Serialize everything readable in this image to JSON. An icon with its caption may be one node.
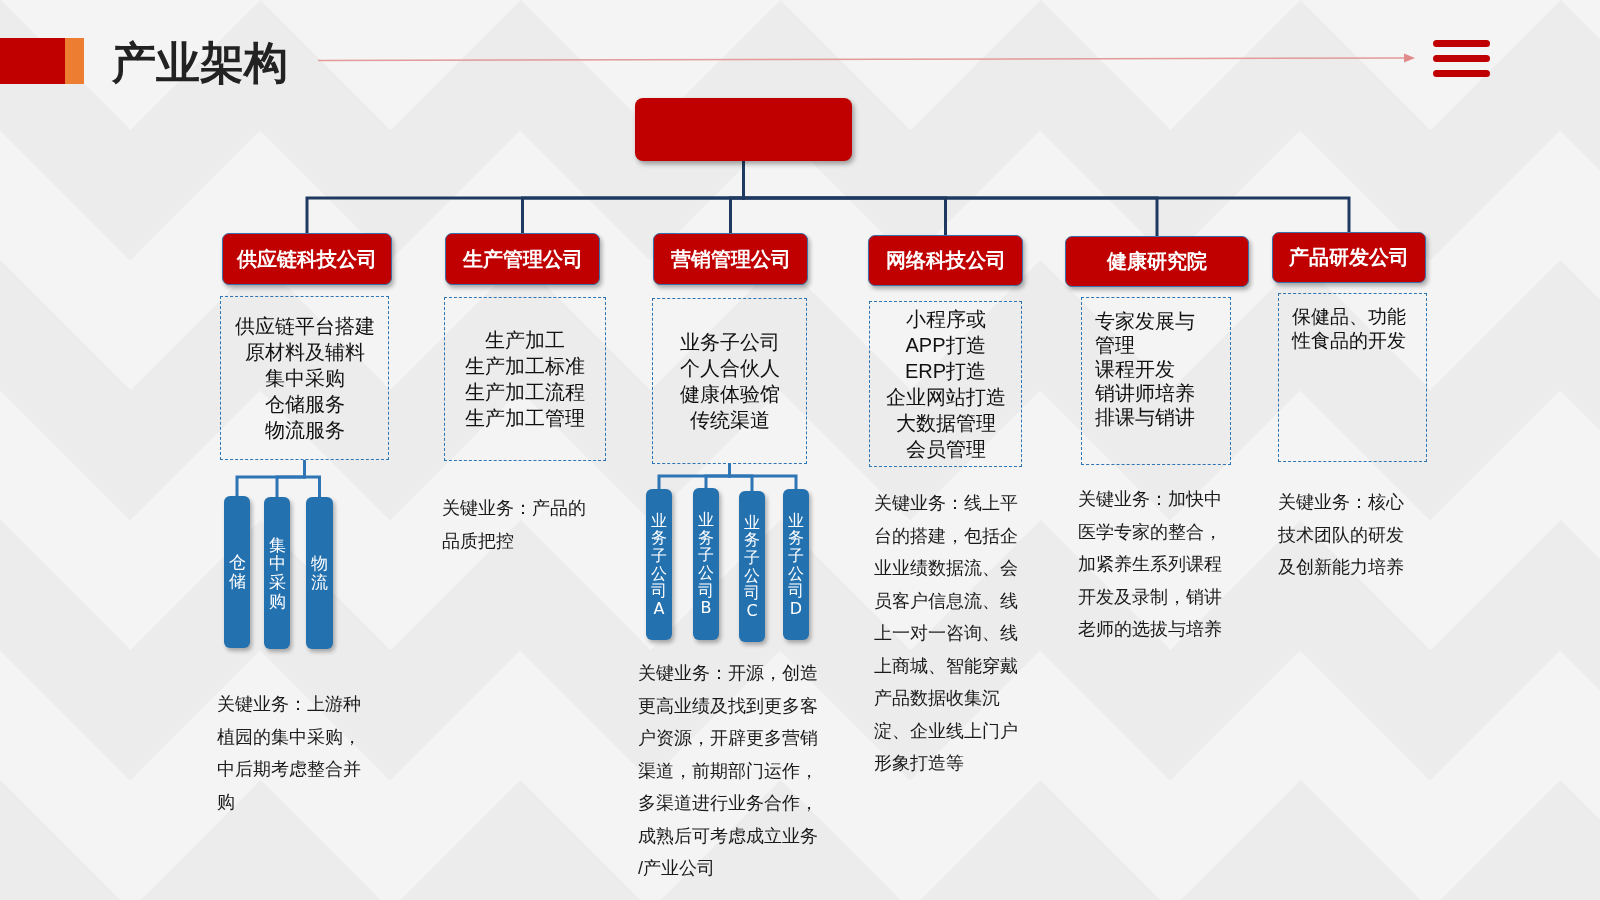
{
  "diagram": {
    "title": "产业架构",
    "nodes": [
      {
        "text": [],
        "shape": "box"
      },
      {
        "text": [
          "供应链科技公司"
        ]
      },
      {
        "text": [
          "供应链平台搭建",
          "原材料及辅料",
          "集中采购",
          "仓储服务",
          "物流服务"
        ]
      },
      {
        "text": [
          "仓储"
        ]
      },
      {
        "text": [
          "集中采购"
        ]
      },
      {
        "text": [
          "物流"
        ]
      },
      {
        "text": [
          "生产管理公司"
        ]
      },
      {
        "text": [
          "生产加工",
          "生产加工标准",
          "生产加工流程",
          "生产加工管理"
        ]
      },
      {
        "text": [
          "营销管理公司"
        ]
      },
      {
        "text": [
          "业务子公司",
          "个人合伙人",
          "健康体验馆",
          "传统渠道"
        ]
      },
      {
        "text": [
          "业务子公司A"
        ]
      },
      {
        "text": [
          "业务子公司B"
        ]
      },
      {
        "text": [
          "业务子公司C"
        ]
      },
      {
        "text": [
          "业务子公司D"
        ]
      },
      {
        "text": [
          "网络科技公司"
        ]
      },
      {
        "text": [
          "小程序或",
          "APP打造",
          "ERP打造",
          "企业网站打造",
          "大数据管理",
          "会员管理"
        ]
      },
      {
        "text": [
          "健康研究院"
        ]
      },
      {
        "text": [
          "专家发展与管理",
          "课程开发",
          "销讲师培养",
          "排课与销讲"
        ]
      },
      {
        "text": [
          "产品研发公司"
        ]
      },
      {
        "text": [
          "保健品、功能性食品的开发"
        ]
      }
    ],
    "edges": [
      {
        "from": 0,
        "to": 1,
        "arrow": "none",
        "color": "#1f3a60"
      },
      {
        "from": 0,
        "to": 6,
        "arrow": "none",
        "color": "#1f3a60"
      },
      {
        "from": 0,
        "to": 8,
        "arrow": "none",
        "color": "#1f3a60"
      },
      {
        "from": 0,
        "to": 14,
        "arrow": "none",
        "color": "#1f3a60"
      },
      {
        "from": 0,
        "to": 16,
        "arrow": "none",
        "color": "#1f3a60"
      },
      {
        "from": 0,
        "to": 18,
        "arrow": "none",
        "color": "#1f3a60"
      },
      {
        "from": 2,
        "to": 3,
        "arrow": "none"
      },
      {
        "from": 2,
        "to": 4,
        "arrow": "none"
      },
      {
        "from": 2,
        "to": 5,
        "arrow": "none"
      },
      {
        "from": 9,
        "to": 10,
        "arrow": "none"
      },
      {
        "from": 9,
        "to": 11,
        "arrow": "none"
      },
      {
        "from": 9,
        "to": 12,
        "arrow": "none"
      },
      {
        "from": 9,
        "to": 13,
        "arrow": "none"
      }
    ],
    "labels": [
      "关键业务：上游种植园的集中采购，中后期考虑整合并购",
      "关键业务：产品的品质把控",
      "关键业务：开源，创造更高业绩及找到更多客户资源，开辟更多营销渠道，前期部门运作，多渠道进行业务合作，成熟后可考虑成立业务/产业公司",
      "关键业务：线上平台的搭建，包括企业业绩数据流、会员客户信息流、线上一对一咨询、线上商城、智能穿戴产品数据收集沉淀、企业线上门户形象打造等",
      "关键业务：加快中医学专家的整合，加紧养生系列课程开发及录制，销讲老师的选拔与培养",
      "关键业务：核心技术团队的研发及创新能力培养"
    ]
  }
}
